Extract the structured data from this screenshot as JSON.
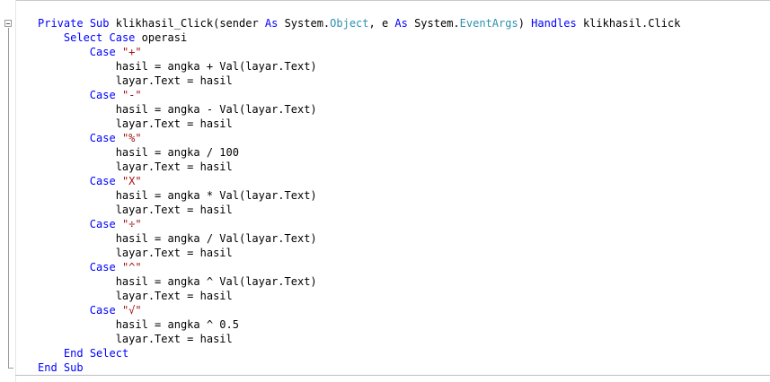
{
  "colors": {
    "keyword": "#0000ff",
    "string": "#a31515",
    "type": "#2b91af",
    "plain": "#000000"
  },
  "gutter": {
    "collapse_icon": "minus-box-icon"
  },
  "code": {
    "lines": [
      [
        {
          "t": "Private",
          "k": "kw"
        },
        {
          "t": " ",
          "k": ""
        },
        {
          "t": "Sub",
          "k": "kw"
        },
        {
          "t": " klikhasil_Click(sender ",
          "k": ""
        },
        {
          "t": "As",
          "k": "kw"
        },
        {
          "t": " System.",
          "k": ""
        },
        {
          "t": "Object",
          "k": "typ"
        },
        {
          "t": ", e ",
          "k": ""
        },
        {
          "t": "As",
          "k": "kw"
        },
        {
          "t": " System.",
          "k": ""
        },
        {
          "t": "EventArgs",
          "k": "typ"
        },
        {
          "t": ") ",
          "k": ""
        },
        {
          "t": "Handles",
          "k": "kw"
        },
        {
          "t": " klikhasil.Click",
          "k": ""
        }
      ],
      [
        {
          "t": "    ",
          "k": ""
        },
        {
          "t": "Select",
          "k": "kw"
        },
        {
          "t": " ",
          "k": ""
        },
        {
          "t": "Case",
          "k": "kw"
        },
        {
          "t": " operasi",
          "k": ""
        }
      ],
      [
        {
          "t": "        ",
          "k": ""
        },
        {
          "t": "Case",
          "k": "kw"
        },
        {
          "t": " ",
          "k": ""
        },
        {
          "t": "\"+\"",
          "k": "str"
        }
      ],
      [
        {
          "t": "            hasil = angka + Val(layar.Text)",
          "k": ""
        }
      ],
      [
        {
          "t": "            layar.Text = hasil",
          "k": ""
        }
      ],
      [
        {
          "t": "        ",
          "k": ""
        },
        {
          "t": "Case",
          "k": "kw"
        },
        {
          "t": " ",
          "k": ""
        },
        {
          "t": "\"-\"",
          "k": "str"
        }
      ],
      [
        {
          "t": "            hasil = angka - Val(layar.Text)",
          "k": ""
        }
      ],
      [
        {
          "t": "            layar.Text = hasil",
          "k": ""
        }
      ],
      [
        {
          "t": "        ",
          "k": ""
        },
        {
          "t": "Case",
          "k": "kw"
        },
        {
          "t": " ",
          "k": ""
        },
        {
          "t": "\"%\"",
          "k": "str"
        }
      ],
      [
        {
          "t": "            hasil = angka / 100",
          "k": ""
        }
      ],
      [
        {
          "t": "            layar.Text = hasil",
          "k": ""
        }
      ],
      [
        {
          "t": "        ",
          "k": ""
        },
        {
          "t": "Case",
          "k": "kw"
        },
        {
          "t": " ",
          "k": ""
        },
        {
          "t": "\"X\"",
          "k": "str"
        }
      ],
      [
        {
          "t": "            hasil = angka * Val(layar.Text)",
          "k": ""
        }
      ],
      [
        {
          "t": "            layar.Text = hasil",
          "k": ""
        }
      ],
      [
        {
          "t": "        ",
          "k": ""
        },
        {
          "t": "Case",
          "k": "kw"
        },
        {
          "t": " ",
          "k": ""
        },
        {
          "t": "\"÷\"",
          "k": "str"
        }
      ],
      [
        {
          "t": "            hasil = angka / Val(layar.Text)",
          "k": ""
        }
      ],
      [
        {
          "t": "            layar.Text = hasil",
          "k": ""
        }
      ],
      [
        {
          "t": "        ",
          "k": ""
        },
        {
          "t": "Case",
          "k": "kw"
        },
        {
          "t": " ",
          "k": ""
        },
        {
          "t": "\"^\"",
          "k": "str"
        }
      ],
      [
        {
          "t": "            hasil = angka ^ Val(layar.Text)",
          "k": ""
        }
      ],
      [
        {
          "t": "            layar.Text = hasil",
          "k": ""
        }
      ],
      [
        {
          "t": "        ",
          "k": ""
        },
        {
          "t": "Case",
          "k": "kw"
        },
        {
          "t": " ",
          "k": ""
        },
        {
          "t": "\"√\"",
          "k": "str"
        }
      ],
      [
        {
          "t": "            hasil = angka ^ 0.5",
          "k": ""
        }
      ],
      [
        {
          "t": "            layar.Text = hasil",
          "k": ""
        }
      ],
      [
        {
          "t": "    ",
          "k": ""
        },
        {
          "t": "End",
          "k": "kw"
        },
        {
          "t": " ",
          "k": ""
        },
        {
          "t": "Select",
          "k": "kw"
        }
      ],
      [
        {
          "t": "End",
          "k": "kw"
        },
        {
          "t": " ",
          "k": ""
        },
        {
          "t": "Sub",
          "k": "kw"
        }
      ]
    ]
  }
}
